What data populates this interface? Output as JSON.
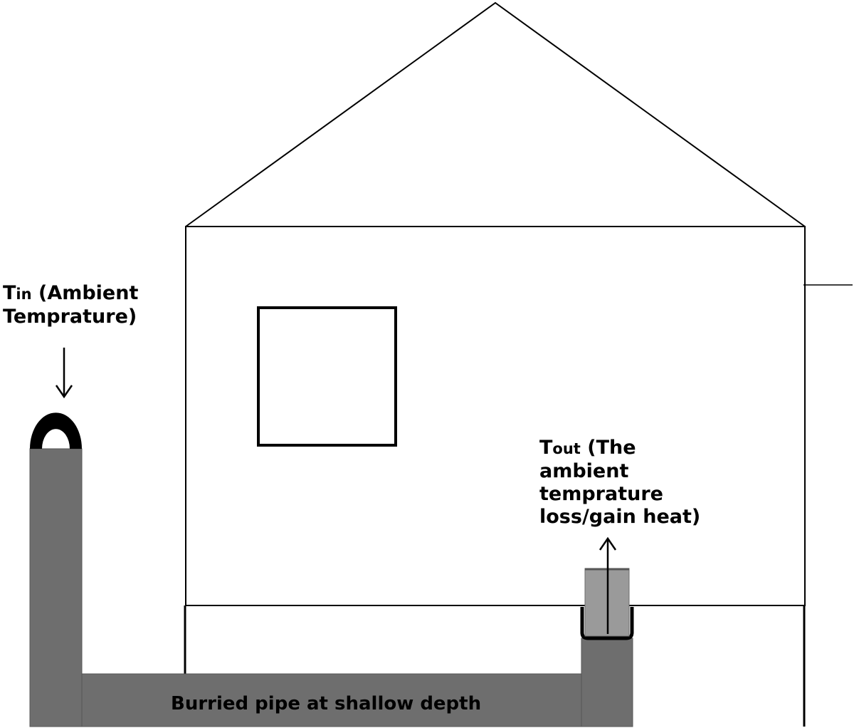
{
  "labels": {
    "inlet": {
      "symbol_main": "T",
      "symbol_sub": "in",
      "line1_rest": " (Ambient",
      "line2": "Temprature)"
    },
    "outlet": {
      "symbol_main": "T",
      "symbol_sub": "out",
      "line1_rest": " (The",
      "line2": "ambient",
      "line3": "temprature",
      "line4": "loss/gain heat)"
    },
    "pipe": "Burried pipe at shallow depth"
  },
  "colors": {
    "pipe": "#6e6e6e",
    "outlet_cap": "#9a9a9a",
    "outline": "#000000",
    "background": "#ffffff"
  }
}
